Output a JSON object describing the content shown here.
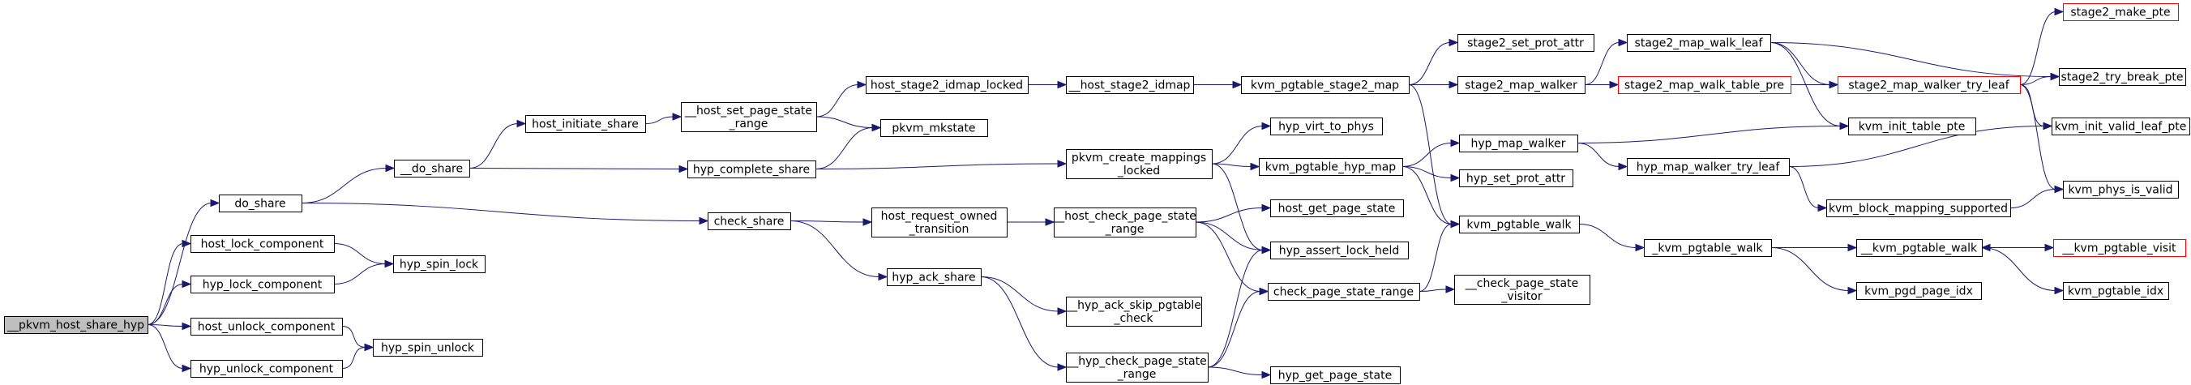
{
  "diagram": {
    "colors": {
      "edge": "#191970",
      "box": "#000000",
      "red_box": "#ff0000",
      "root_fill": "#bfbfbf",
      "background": "#ffffff"
    },
    "nodes": [
      {
        "id": "root",
        "lines": [
          "__pkvm_host_share_hyp"
        ],
        "style": "root"
      },
      {
        "id": "do_share",
        "lines": [
          "do_share"
        ]
      },
      {
        "id": "host_lock_component",
        "lines": [
          "host_lock_component"
        ]
      },
      {
        "id": "hyp_lock_component",
        "lines": [
          "hyp_lock_component"
        ]
      },
      {
        "id": "host_unlock_component",
        "lines": [
          "host_unlock_component"
        ]
      },
      {
        "id": "hyp_unlock_component",
        "lines": [
          "hyp_unlock_component"
        ]
      },
      {
        "id": "__do_share",
        "lines": [
          "__do_share"
        ]
      },
      {
        "id": "check_share",
        "lines": [
          "check_share"
        ]
      },
      {
        "id": "hyp_spin_lock",
        "lines": [
          "hyp_spin_lock"
        ]
      },
      {
        "id": "hyp_spin_unlock",
        "lines": [
          "hyp_spin_unlock"
        ]
      },
      {
        "id": "host_initiate_share",
        "lines": [
          "host_initiate_share"
        ]
      },
      {
        "id": "hyp_complete_share",
        "lines": [
          "hyp_complete_share"
        ]
      },
      {
        "id": "__host_set_page_state_range",
        "lines": [
          "__host_set_page_state",
          "_range"
        ]
      },
      {
        "id": "host_stage2_idmap_locked",
        "lines": [
          "host_stage2_idmap_locked"
        ]
      },
      {
        "id": "pkvm_mkstate",
        "lines": [
          "pkvm_mkstate"
        ]
      },
      {
        "id": "host_request_owned_transition",
        "lines": [
          "host_request_owned",
          "_transition"
        ]
      },
      {
        "id": "hyp_ack_share",
        "lines": [
          "hyp_ack_share"
        ]
      },
      {
        "id": "__host_stage2_idmap",
        "lines": [
          "__host_stage2_idmap"
        ]
      },
      {
        "id": "pkvm_create_mappings_locked",
        "lines": [
          "pkvm_create_mappings",
          "_locked"
        ]
      },
      {
        "id": "__host_check_page_state_range",
        "lines": [
          "__host_check_page_state",
          "_range"
        ]
      },
      {
        "id": "__hyp_ack_skip_pgtable_check",
        "lines": [
          "__hyp_ack_skip_pgtable",
          "_check"
        ]
      },
      {
        "id": "__hyp_check_page_state_range",
        "lines": [
          "__hyp_check_page_state",
          "_range"
        ]
      },
      {
        "id": "kvm_pgtable_stage2_map",
        "lines": [
          "kvm_pgtable_stage2_map"
        ]
      },
      {
        "id": "hyp_virt_to_phys",
        "lines": [
          "hyp_virt_to_phys"
        ]
      },
      {
        "id": "kvm_pgtable_hyp_map",
        "lines": [
          "kvm_pgtable_hyp_map"
        ]
      },
      {
        "id": "host_get_page_state",
        "lines": [
          "host_get_page_state"
        ]
      },
      {
        "id": "hyp_assert_lock_held",
        "lines": [
          "hyp_assert_lock_held"
        ]
      },
      {
        "id": "check_page_state_range",
        "lines": [
          "check_page_state_range"
        ]
      },
      {
        "id": "hyp_get_page_state",
        "lines": [
          "hyp_get_page_state"
        ]
      },
      {
        "id": "stage2_set_prot_attr",
        "lines": [
          "stage2_set_prot_attr"
        ]
      },
      {
        "id": "stage2_map_walker",
        "lines": [
          "stage2_map_walker"
        ]
      },
      {
        "id": "hyp_map_walker",
        "lines": [
          "hyp_map_walker"
        ]
      },
      {
        "id": "hyp_set_prot_attr",
        "lines": [
          "hyp_set_prot_attr"
        ]
      },
      {
        "id": "kvm_pgtable_walk",
        "lines": [
          "kvm_pgtable_walk"
        ]
      },
      {
        "id": "__check_page_state_visitor",
        "lines": [
          "__check_page_state",
          "_visitor"
        ]
      },
      {
        "id": "stage2_map_walk_leaf",
        "lines": [
          "stage2_map_walk_leaf"
        ]
      },
      {
        "id": "stage2_map_walk_table_pre",
        "lines": [
          "stage2_map_walk_table_pre"
        ],
        "style": "red"
      },
      {
        "id": "hyp_map_walker_try_leaf",
        "lines": [
          "hyp_map_walker_try_leaf"
        ]
      },
      {
        "id": "_kvm_pgtable_walk",
        "lines": [
          "_kvm_pgtable_walk"
        ]
      },
      {
        "id": "stage2_map_walker_try_leaf",
        "lines": [
          "stage2_map_walker_try_leaf"
        ],
        "style": "red"
      },
      {
        "id": "kvm_init_table_pte",
        "lines": [
          "kvm_init_table_pte"
        ]
      },
      {
        "id": "kvm_block_mapping_supported",
        "lines": [
          "kvm_block_mapping_supported"
        ]
      },
      {
        "id": "__kvm_pgtable_walk",
        "lines": [
          "__kvm_pgtable_walk"
        ]
      },
      {
        "id": "kvm_pgd_page_idx",
        "lines": [
          "kvm_pgd_page_idx"
        ]
      },
      {
        "id": "stage2_make_pte",
        "lines": [
          "stage2_make_pte"
        ],
        "style": "red"
      },
      {
        "id": "stage2_try_break_pte",
        "lines": [
          "stage2_try_break_pte"
        ]
      },
      {
        "id": "kvm_init_valid_leaf_pte",
        "lines": [
          "kvm_init_valid_leaf_pte"
        ]
      },
      {
        "id": "kvm_phys_is_valid",
        "lines": [
          "kvm_phys_is_valid"
        ]
      },
      {
        "id": "__kvm_pgtable_visit",
        "lines": [
          "__kvm_pgtable_visit"
        ],
        "style": "red"
      },
      {
        "id": "kvm_pgtable_idx",
        "lines": [
          "kvm_pgtable_idx"
        ]
      }
    ],
    "edges": [
      [
        "root",
        "do_share"
      ],
      [
        "root",
        "host_lock_component"
      ],
      [
        "root",
        "hyp_lock_component"
      ],
      [
        "root",
        "host_unlock_component"
      ],
      [
        "root",
        "hyp_unlock_component"
      ],
      [
        "do_share",
        "__do_share"
      ],
      [
        "do_share",
        "check_share"
      ],
      [
        "host_lock_component",
        "hyp_spin_lock"
      ],
      [
        "hyp_lock_component",
        "hyp_spin_lock"
      ],
      [
        "host_unlock_component",
        "hyp_spin_unlock"
      ],
      [
        "hyp_unlock_component",
        "hyp_spin_unlock"
      ],
      [
        "__do_share",
        "host_initiate_share"
      ],
      [
        "__do_share",
        "hyp_complete_share"
      ],
      [
        "host_initiate_share",
        "__host_set_page_state_range"
      ],
      [
        "__host_set_page_state_range",
        "host_stage2_idmap_locked"
      ],
      [
        "__host_set_page_state_range",
        "pkvm_mkstate"
      ],
      [
        "hyp_complete_share",
        "pkvm_mkstate"
      ],
      [
        "hyp_complete_share",
        "pkvm_create_mappings_locked"
      ],
      [
        "host_stage2_idmap_locked",
        "__host_stage2_idmap"
      ],
      [
        "__host_stage2_idmap",
        "kvm_pgtable_stage2_map"
      ],
      [
        "check_share",
        "host_request_owned_transition"
      ],
      [
        "check_share",
        "hyp_ack_share"
      ],
      [
        "host_request_owned_transition",
        "__host_check_page_state_range"
      ],
      [
        "hyp_ack_share",
        "__hyp_ack_skip_pgtable_check"
      ],
      [
        "hyp_ack_share",
        "__hyp_check_page_state_range"
      ],
      [
        "pkvm_create_mappings_locked",
        "hyp_virt_to_phys"
      ],
      [
        "pkvm_create_mappings_locked",
        "kvm_pgtable_hyp_map"
      ],
      [
        "pkvm_create_mappings_locked",
        "hyp_assert_lock_held"
      ],
      [
        "__host_check_page_state_range",
        "host_get_page_state"
      ],
      [
        "__host_check_page_state_range",
        "hyp_assert_lock_held"
      ],
      [
        "__host_check_page_state_range",
        "check_page_state_range"
      ],
      [
        "__hyp_check_page_state_range",
        "hyp_assert_lock_held"
      ],
      [
        "__hyp_check_page_state_range",
        "check_page_state_range"
      ],
      [
        "__hyp_check_page_state_range",
        "hyp_get_page_state"
      ],
      [
        "kvm_pgtable_stage2_map",
        "stage2_set_prot_attr"
      ],
      [
        "kvm_pgtable_stage2_map",
        "stage2_map_walker"
      ],
      [
        "kvm_pgtable_stage2_map",
        "kvm_pgtable_walk"
      ],
      [
        "kvm_pgtable_hyp_map",
        "hyp_map_walker"
      ],
      [
        "kvm_pgtable_hyp_map",
        "hyp_set_prot_attr"
      ],
      [
        "kvm_pgtable_hyp_map",
        "kvm_pgtable_walk"
      ],
      [
        "check_page_state_range",
        "kvm_pgtable_walk"
      ],
      [
        "check_page_state_range",
        "__check_page_state_visitor"
      ],
      [
        "stage2_map_walker",
        "stage2_map_walk_leaf"
      ],
      [
        "stage2_map_walker",
        "stage2_map_walk_table_pre"
      ],
      [
        "hyp_map_walker",
        "kvm_init_table_pte"
      ],
      [
        "hyp_map_walker",
        "hyp_map_walker_try_leaf"
      ],
      [
        "kvm_pgtable_walk",
        "_kvm_pgtable_walk"
      ],
      [
        "stage2_map_walk_leaf",
        "stage2_map_walker_try_leaf"
      ],
      [
        "stage2_map_walk_leaf",
        "stage2_try_break_pte"
      ],
      [
        "stage2_map_walk_leaf",
        "kvm_init_table_pte"
      ],
      [
        "stage2_map_walk_table_pre",
        "stage2_map_walker_try_leaf"
      ],
      [
        "stage2_map_walker_try_leaf",
        "stage2_make_pte"
      ],
      [
        "stage2_map_walker_try_leaf",
        "stage2_try_break_pte"
      ],
      [
        "stage2_map_walker_try_leaf",
        "kvm_init_valid_leaf_pte"
      ],
      [
        "stage2_map_walker_try_leaf",
        "kvm_phys_is_valid"
      ],
      [
        "hyp_map_walker_try_leaf",
        "kvm_init_valid_leaf_pte"
      ],
      [
        "hyp_map_walker_try_leaf",
        "kvm_block_mapping_supported"
      ],
      [
        "kvm_block_mapping_supported",
        "kvm_phys_is_valid"
      ],
      [
        "_kvm_pgtable_walk",
        "__kvm_pgtable_walk"
      ],
      [
        "_kvm_pgtable_walk",
        "kvm_pgd_page_idx"
      ],
      [
        "__kvm_pgtable_walk",
        "__kvm_pgtable_visit"
      ],
      [
        "__kvm_pgtable_walk",
        "kvm_pgtable_idx"
      ],
      [
        "__kvm_pgtable_visit",
        "__kvm_pgtable_walk"
      ]
    ]
  }
}
